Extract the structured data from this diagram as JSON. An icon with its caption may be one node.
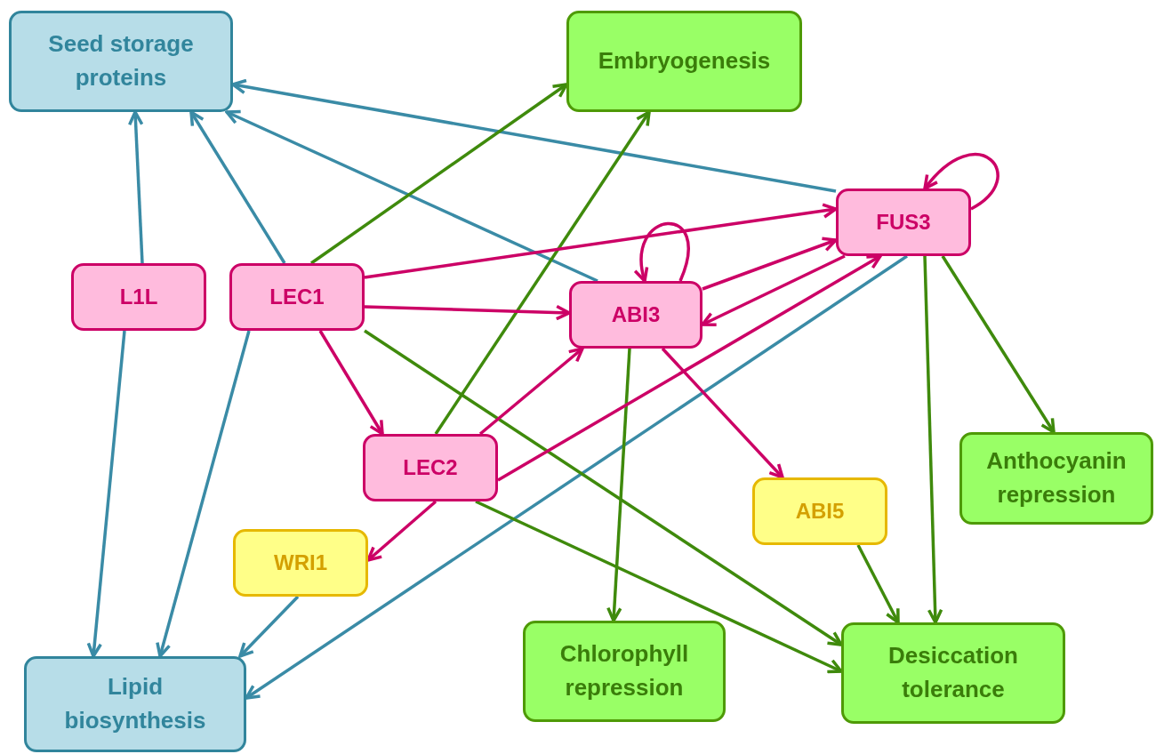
{
  "diagram": {
    "nodes": [
      {
        "text": [
          "Seed storage proteins"
        ]
      },
      {
        "text": [
          "Embryogenesis"
        ]
      },
      {
        "text": [
          "FUS3"
        ]
      },
      {
        "text": [
          "L1L"
        ]
      },
      {
        "text": [
          "LEC1"
        ]
      },
      {
        "text": [
          "ABI3"
        ]
      },
      {
        "text": [
          "LEC2"
        ]
      },
      {
        "text": [
          "Anthocyanin repression"
        ]
      },
      {
        "text": [
          "ABI5"
        ]
      },
      {
        "text": [
          "WRI1"
        ]
      },
      {
        "text": [
          "Chlorophyll repression"
        ]
      },
      {
        "text": [
          "Desiccation tolerance"
        ]
      },
      {
        "text": [
          "Lipid biosynthesis"
        ]
      }
    ],
    "edges": [
      {
        "from": 3,
        "to": 0,
        "arrow": "to",
        "color": "#3a8ba6"
      },
      {
        "from": 4,
        "to": 0,
        "arrow": "to",
        "color": "#3a8ba6"
      },
      {
        "from": 5,
        "to": 0,
        "arrow": "to",
        "color": "#3a8ba6"
      },
      {
        "from": 2,
        "to": 0,
        "arrow": "to",
        "color": "#3a8ba6"
      },
      {
        "from": 3,
        "to": 12,
        "arrow": "to",
        "color": "#3a8ba6"
      },
      {
        "from": 4,
        "to": 12,
        "arrow": "to",
        "color": "#3a8ba6"
      },
      {
        "from": 9,
        "to": 12,
        "arrow": "to",
        "color": "#3a8ba6"
      },
      {
        "from": 2,
        "to": 12,
        "arrow": "to",
        "color": "#3a8ba6"
      },
      {
        "from": 4,
        "to": 1,
        "arrow": "to",
        "color": "#3f8a0c"
      },
      {
        "from": 6,
        "to": 1,
        "arrow": "to",
        "color": "#3f8a0c"
      },
      {
        "from": 4,
        "to": 11,
        "arrow": "to",
        "color": "#3f8a0c"
      },
      {
        "from": 6,
        "to": 11,
        "arrow": "to",
        "color": "#3f8a0c"
      },
      {
        "from": 5,
        "to": 10,
        "arrow": "to",
        "color": "#3f8a0c"
      },
      {
        "from": 2,
        "to": 11,
        "arrow": "to",
        "color": "#3f8a0c"
      },
      {
        "from": 2,
        "to": 7,
        "arrow": "to",
        "color": "#3f8a0c"
      },
      {
        "from": 8,
        "to": 11,
        "arrow": "to",
        "color": "#3f8a0c"
      },
      {
        "from": 4,
        "to": 2,
        "arrow": "to"
      },
      {
        "from": 4,
        "to": 5,
        "arrow": "to"
      },
      {
        "from": 4,
        "to": 6,
        "arrow": "to"
      },
      {
        "from": 6,
        "to": 5,
        "arrow": "to"
      },
      {
        "from": 6,
        "to": 2,
        "arrow": "to"
      },
      {
        "from": 5,
        "to": 2,
        "arrow": "to"
      },
      {
        "from": 2,
        "to": 5,
        "arrow": "to"
      },
      {
        "from": 5,
        "to": 5,
        "arrow": "to"
      },
      {
        "from": 2,
        "to": 2,
        "arrow": "to"
      },
      {
        "from": 5,
        "to": 8,
        "arrow": "to"
      },
      {
        "from": 6,
        "to": 9,
        "arrow": "to"
      }
    ]
  }
}
